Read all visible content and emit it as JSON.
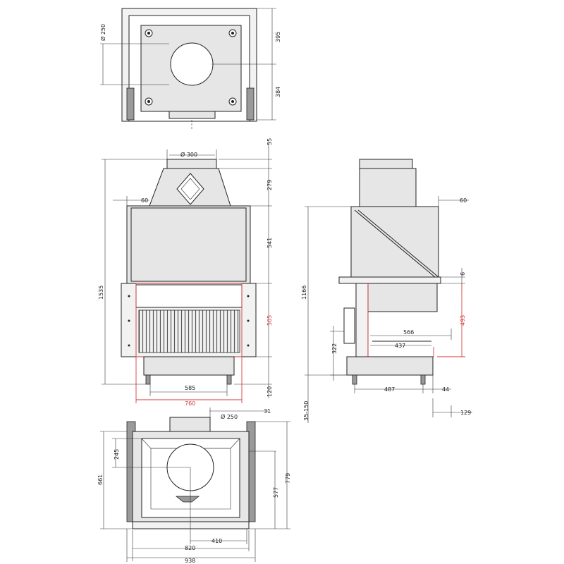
{
  "colors": {
    "line": "#222222",
    "highlight": "#d43a3a",
    "body": "#e6e6e6"
  },
  "top_view": {
    "dims": {
      "chimney_diameter": "Ø 250",
      "depth_rear": "395",
      "depth_front": "384"
    }
  },
  "front_view": {
    "dims": {
      "collar_diameter": "Ø 300",
      "collar_height": "55",
      "hood_height": "279",
      "hood_overhang": "60",
      "upper_body": "541",
      "door_opening_height": "505",
      "total_height": "1535",
      "legs_height": "120",
      "inner_width": "585",
      "door_opening_width": "760",
      "leg_range": "35-150"
    }
  },
  "side_view": {
    "dims": {
      "overhang": "60",
      "shelf_gap": "6",
      "total_height": "1166",
      "glass_height": "493",
      "depth_566": "566",
      "depth_437": "437",
      "side_322": "322",
      "leg_spacing": "487",
      "foot_offset": "44",
      "front_offset": "129"
    }
  },
  "bottom_view": {
    "dims": {
      "collar_diameter": "Ø 250",
      "collar_offset": "31",
      "collar_depth": "245",
      "left_height": "661",
      "inner_depth": "577",
      "total_depth": "779",
      "collar_center": "410",
      "inner_width": "820",
      "total_width": "938"
    }
  }
}
